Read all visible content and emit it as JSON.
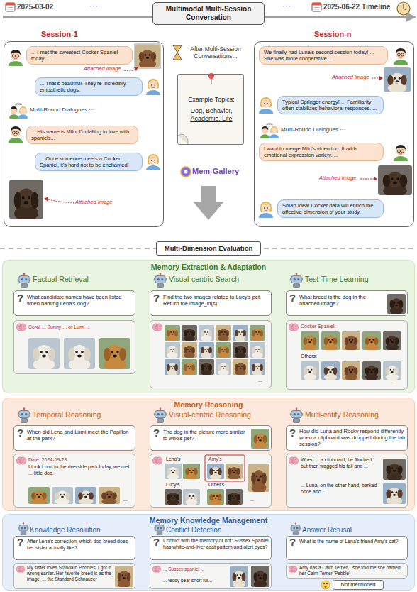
{
  "diagram": {
    "nodes": [
      {
        "text": [
          "Multimodal Multi-Session Conversation"
        ]
      },
      {
        "text": [
          "Session-1"
        ]
      },
      {
        "text": [
          "... I met the sweetest Cocker Spaniel today! ..."
        ],
        "in": 1
      },
      {
        "text": [
          "... That's beautiful. They're incredibly empathetic dogs."
        ],
        "in": 1
      },
      {
        "text": [
          "... His name is Milo. I'm falling in love with spaniels..."
        ],
        "in": 1
      },
      {
        "text": [
          "... Once someone meets a Cocker Spaniel, it's hard not to be enchanted!"
        ],
        "in": 1
      },
      {
        "text": [
          "Example Topics:",
          "Dog, Behavior, Academic, Life"
        ]
      },
      {
        "text": [
          "Session-n"
        ]
      },
      {
        "text": [
          "We finally had Luna's second session today! ... She was more cooperative..."
        ],
        "in": 7
      },
      {
        "text": [
          "Typical Springer energy! ... Familiarity often stabilizes behavioral responses. ..."
        ],
        "in": 7
      },
      {
        "text": [
          "I want to merge Milo's video too. It adds emotional expression variety. ..."
        ],
        "in": 7
      },
      {
        "text": [
          "Smart idea! Cocker data will enrich the affective dimension of your study."
        ],
        "in": 7
      },
      {
        "text": [
          "Multi-Dimension Evaluation"
        ]
      },
      {
        "text": [
          "Memory Extraction & Adaptation"
        ]
      },
      {
        "text": [
          "?",
          "What candidate names have been listed when naming Lena's dog?"
        ],
        "in": 13
      },
      {
        "text": [
          "Coral ... Sunny ... or Lumi ..."
        ],
        "in": 13
      },
      {
        "text": [
          "?",
          "Find the two images related to Lucy's pet. Return the image_id(s)."
        ],
        "in": 13
      },
      {
        "text": [
          "..."
        ],
        "in": 13
      },
      {
        "text": [
          "?",
          "What breed is the dog in the attached image?"
        ],
        "in": 13
      },
      {
        "text": [
          "Cocker Spaniel:",
          "Others:",
          "..."
        ],
        "in": 13
      },
      {
        "text": [
          "Memory Reasoning"
        ]
      },
      {
        "text": [
          "?",
          "When did Lena and Lumi meet the Papillon at the park?"
        ],
        "in": 20
      },
      {
        "text": [
          "Date: 2024-09-28",
          "I took Lumi to the riverside park today, we met ... little dog.",
          "..."
        ],
        "in": 20
      },
      {
        "text": [
          "?",
          "The dog in the picture more similar to who's pet?"
        ],
        "in": 20
      },
      {
        "text": [
          "Lena's",
          "Amy's",
          "Lucy's",
          "Other's",
          "..."
        ],
        "in": 20
      },
      {
        "text": [
          "?",
          "How did Luna and Rocky respond differently when a clipboard was dropped during the lab session?"
        ],
        "in": 20
      },
      {
        "text": [
          "When ... a clipboard, he flinched but then wagged his tail and ...",
          "... Luna, on the other hand, barked once and ..."
        ],
        "in": 20
      },
      {
        "text": [
          "Memory Knowledge Management"
        ]
      },
      {
        "text": [
          "?",
          "After Lena's correction, which dog breed does her sister actually like?"
        ],
        "in": 27
      },
      {
        "text": [
          "My sister loves Standard Poodles. I got it wrong earlier. Her favorite breed is as the image. ... the Standard Schnauzer"
        ],
        "in": 27
      },
      {
        "text": [
          "?",
          "Conflict with the memory or not: Sussex Spaniel has white-and-liver coat pattern and alert eyes?"
        ],
        "in": 27
      },
      {
        "text": [
          "... Sussex spaniel ...",
          "... teddy bear-short fur..."
        ],
        "in": 27
      },
      {
        "text": [
          "?",
          "What is the name of Lena's friend Amy's cat?"
        ],
        "in": 27
      },
      {
        "text": [
          "Amy has a Cairn Terrier... she told me she named her Cairn Terrier 'Pebble'"
        ],
        "in": 27
      },
      {
        "text": [
          "Not mentioned"
        ],
        "in": 27
      }
    ],
    "labels": [
      "2025-03-02",
      "···",
      "···",
      "2025-06-22",
      "Timeline",
      "Attached Image",
      "Multi-Round Dialogues ···",
      "Attached Image",
      "After Multi-Session Conversations...",
      "Mem-Gallery",
      "Attached Image",
      "Multi-Round Dialogues ···",
      "Attached Image",
      "Factual Retrieval",
      "Visual-centric Search",
      "Test-Time Learning",
      "Temporal Reasoning",
      "Visual-centric Reasoning",
      "Multi-entity Reasoning",
      "Knowledge Resolution",
      "Conflict Detection",
      "Answer Refusal"
    ]
  }
}
